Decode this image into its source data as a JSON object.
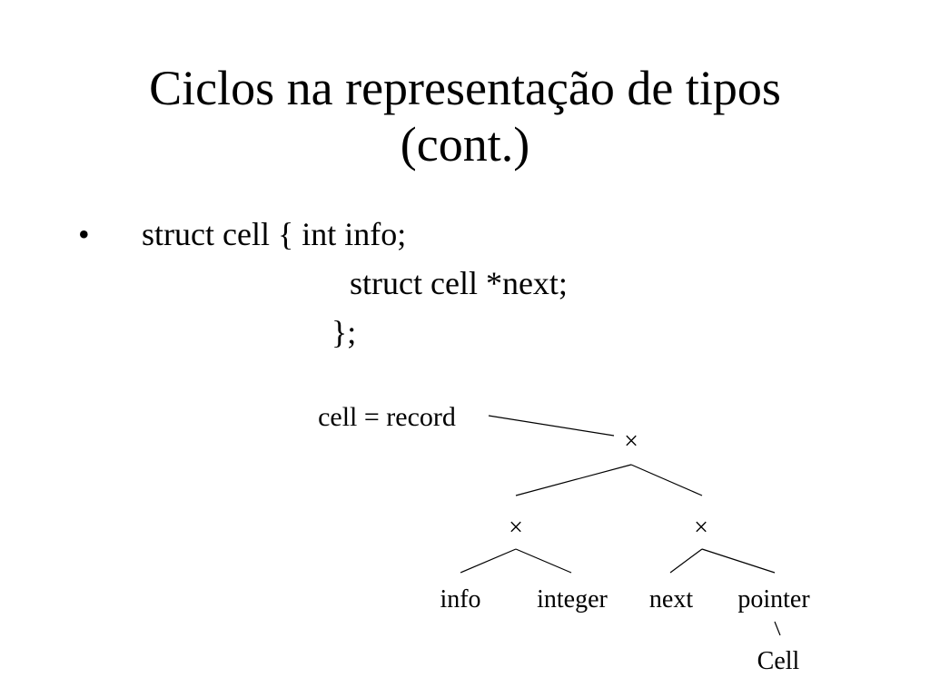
{
  "slide": {
    "title_line1": "Ciclos na representação de tipos",
    "title_line2": "(cont.)",
    "bullet": "•",
    "code_line1": "struct cell { int info;",
    "code_line2": "struct cell *next;",
    "code_line3": "};"
  },
  "tree": {
    "root_label": "cell = record",
    "root_op": "×",
    "left_op": "×",
    "right_op": "×",
    "leaf_info": "info",
    "leaf_integer": "integer",
    "leaf_next": "next",
    "leaf_pointer": "pointer",
    "pointer_target": "Cell"
  }
}
